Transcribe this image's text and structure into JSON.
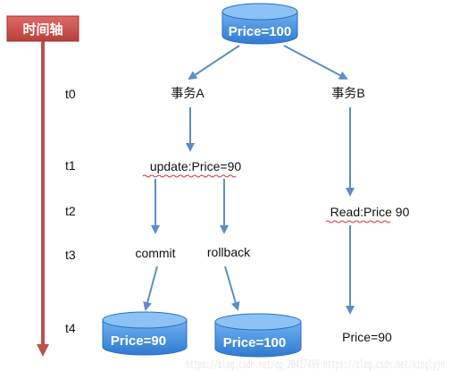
{
  "timeline": {
    "label": "时间轴",
    "ticks": [
      "t0",
      "t1",
      "t2",
      "t3",
      "t4"
    ]
  },
  "nodes": {
    "db_top": "Price=100",
    "tx_a": "事务A",
    "tx_b": "事务B",
    "update": "update:Price=90",
    "read": "Read:Price 90",
    "commit": "commit",
    "rollback": "rollback",
    "db_commit": "Price=90",
    "db_rollback": "Price=100",
    "b_result": "Price=90"
  },
  "watermark": "https://blog.csdn.net/qq_20417499 https://blog.csdn.net/kinglyjn",
  "colors": {
    "db_fill": "#4a90e2",
    "arrow": "#5b8dc7",
    "axis_box": "#c0504d"
  }
}
